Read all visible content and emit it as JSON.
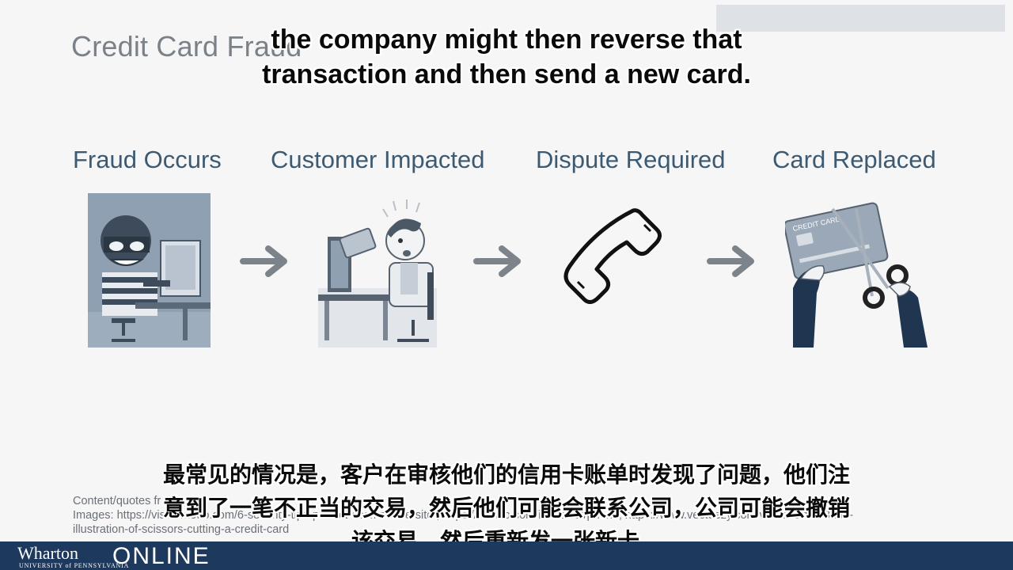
{
  "slide": {
    "title": "Credit Card Fraud",
    "watermark": "",
    "steps": [
      {
        "label": "Fraud Occurs"
      },
      {
        "label": "Customer Impacted"
      },
      {
        "label": "Dispute Required"
      },
      {
        "label": "Card Replaced"
      }
    ],
    "credits": [
      "Content/quotes fr",
      "Images: https://visualmodo.com/6-security-tips-protect-ecommerce-site/, https://iconso.com/icons/set/phone, https://www.vecteezy.com/vector-art/383180-",
      "illustration-of-scissors-cutting-a-credit-card"
    ],
    "card_text": "CREDIT CARD"
  },
  "captions": {
    "english_line1": "the company might then reverse that",
    "english_line2": "transaction and then send a new card.",
    "chinese_line1": "最常见的情况是，客户在审核他们的信用卡账单时发现了问题，他们注",
    "chinese_line2": "意到了一笔不正当的交易，然后他们可能会联系公司，公司可能会撤销",
    "chinese_line3": "该交易，然后重新发一张新卡。"
  },
  "footer": {
    "brand": "Wharton",
    "brand_sub": "UNIVERSITY of PENNSYLVANIA",
    "online": "ONLINE"
  },
  "colors": {
    "footer_bg": "#1d3a5e",
    "label_text": "#3d5a73",
    "title_text": "#7b8189"
  }
}
